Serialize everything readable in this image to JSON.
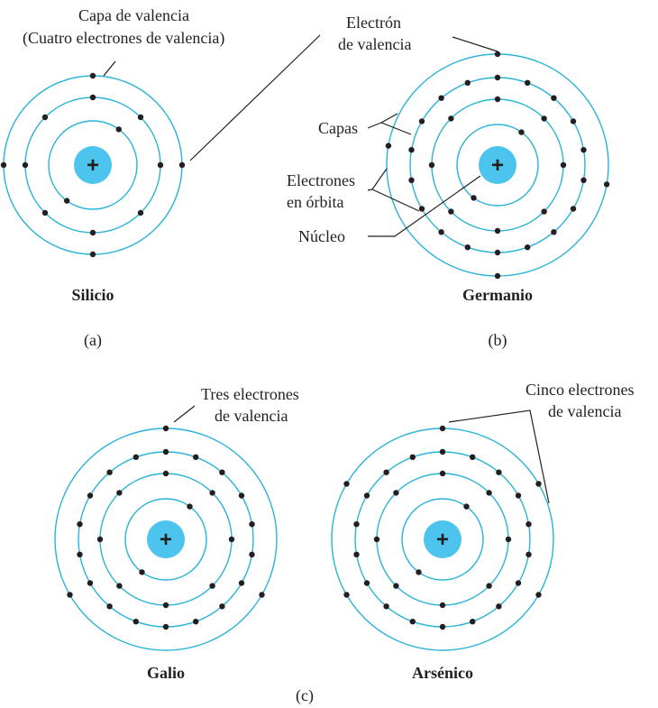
{
  "colors": {
    "shell": "#2ab3d9",
    "nucleus": "#4cc4ee",
    "electron": "#231f20",
    "text": "#231f20"
  },
  "nucleus_symbol": "+",
  "labels": {
    "valence_shell_line1": "Capa de valencia",
    "valence_shell_line2": "(Cuatro electrones de valencia)",
    "valence_electron_line1": "Electrón",
    "valence_electron_line2": "de valencia",
    "shells": "Capas",
    "orbiting_line1": "Electrones",
    "orbiting_line2": "en órbita",
    "nucleus": "Núcleo",
    "three_valence_line1": "Tres electrones",
    "three_valence_line2": "de valencia",
    "five_valence_line1": "Cinco electrones",
    "five_valence_line2": "de valencia"
  },
  "atoms": [
    {
      "name": "Silicio",
      "shell_electrons": [
        2,
        8,
        4
      ]
    },
    {
      "name": "Germanio",
      "shell_electrons": [
        2,
        8,
        18,
        4
      ]
    },
    {
      "name": "Galio",
      "shell_electrons": [
        2,
        8,
        18,
        3
      ]
    },
    {
      "name": "Arsénico",
      "shell_electrons": [
        2,
        8,
        18,
        5
      ]
    }
  ],
  "panels": {
    "a": "(a)",
    "b": "(b)",
    "c": "(c)"
  }
}
